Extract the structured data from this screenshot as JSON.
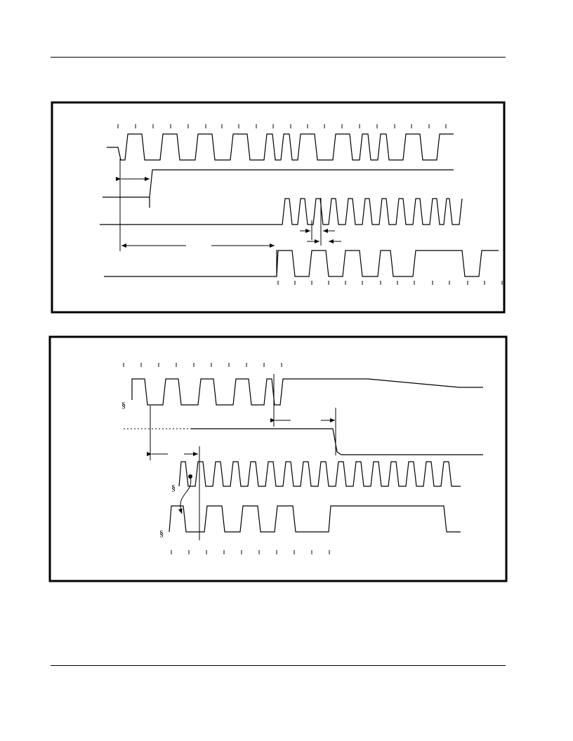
{
  "page": {
    "header_rule": "",
    "footer_rule": ""
  },
  "diagrams": [
    {
      "id": "diagram-1",
      "signals": [
        {
          "name": "",
          "kind": "clock"
        },
        {
          "name": "",
          "kind": "step-high"
        },
        {
          "name": "",
          "kind": "fast-clock"
        },
        {
          "name": "",
          "kind": "gated-clock"
        }
      ],
      "annotations": []
    },
    {
      "id": "diagram-2",
      "signals": [
        {
          "name": "",
          "kind": "clock-stops"
        },
        {
          "name": "",
          "kind": "step-low"
        },
        {
          "name": "",
          "kind": "fast-clock"
        },
        {
          "name": "",
          "kind": "gated-clock"
        }
      ],
      "annotations": []
    }
  ],
  "colors": {
    "ink": "#000000",
    "paper": "#ffffff"
  }
}
